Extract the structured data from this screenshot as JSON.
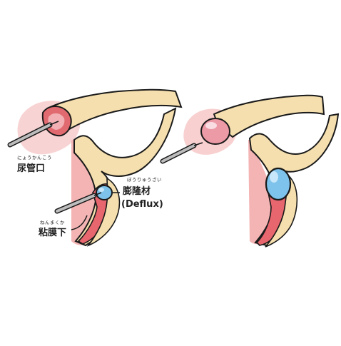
{
  "labels": {
    "ureteral_orifice": {
      "ruby": "にょうかんこう",
      "text": "尿管口"
    },
    "bulking_agent": {
      "ruby": "ぼうりゅうざい",
      "text": "膨隆材",
      "sub": "(Deflux)"
    },
    "submucosa": {
      "ruby": "ねんまくか",
      "text": "粘膜下"
    }
  },
  "colors": {
    "tissue_pink": "#f3b4b4",
    "tissue_pink_light": "#f8d2d2",
    "wall_cream": "#f5dfae",
    "mucosa_red": "#e8666e",
    "deflux_blue": "#7ec3ec",
    "bump_pink": "#ec9aa6",
    "outline": "#1a1a1a"
  },
  "icons": [
    "needle-icon",
    "bulging-orifice-icon"
  ]
}
